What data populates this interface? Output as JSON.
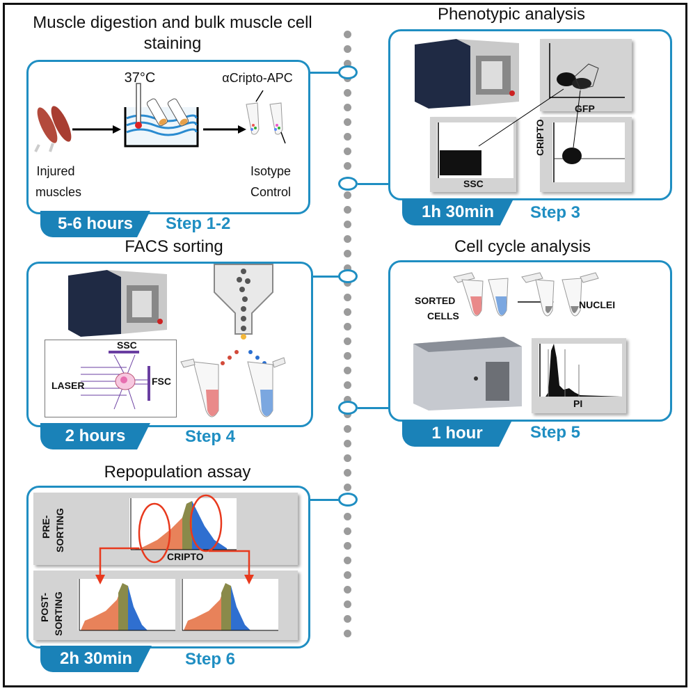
{
  "titles": {
    "muscle_digestion": "Muscle digestion and bulk muscle cell staining",
    "phenotypic": "Phenotypic analysis",
    "facs": "FACS sorting",
    "cell_cycle": "Cell cycle analysis",
    "repopulation": "Repopulation assay"
  },
  "panel1": {
    "temp": "37°C",
    "antibody": "αCripto-APC",
    "injured": "Injured",
    "muscles": "muscles",
    "isotype": "Isotype",
    "control": "Control",
    "time": "5-6 hours",
    "step": "Step 1-2"
  },
  "panel2": {
    "gfp": "GFP",
    "cripto": "CRIPTO",
    "ssc": "SSC",
    "time": "1h 30min",
    "step": "Step 3"
  },
  "panel3": {
    "ssc": "SSC",
    "fsc": "FSC",
    "laser": "LASER",
    "time": "2 hours",
    "step": "Step 4"
  },
  "panel4": {
    "sorted1": "SORTED",
    "sorted2": "CELLS",
    "nuclei": "NUCLEI",
    "pi": "PI",
    "time": "1 hour",
    "step": "Step 5"
  },
  "panel5": {
    "pre1": "PRE-",
    "pre2": "SORTING",
    "post1": "POST-",
    "post2": "SORTING",
    "cripto": "CRIPTO",
    "time": "2h 30min",
    "step": "Step 6"
  },
  "colors": {
    "accent": "#1f8ec2",
    "tab": "#1a82b8",
    "dots": "#9b9b9b",
    "red_arrow": "#e8391d",
    "histo_orange": "#e8825a",
    "histo_olive": "#8a8a4a",
    "histo_blue": "#2f6fd0"
  }
}
